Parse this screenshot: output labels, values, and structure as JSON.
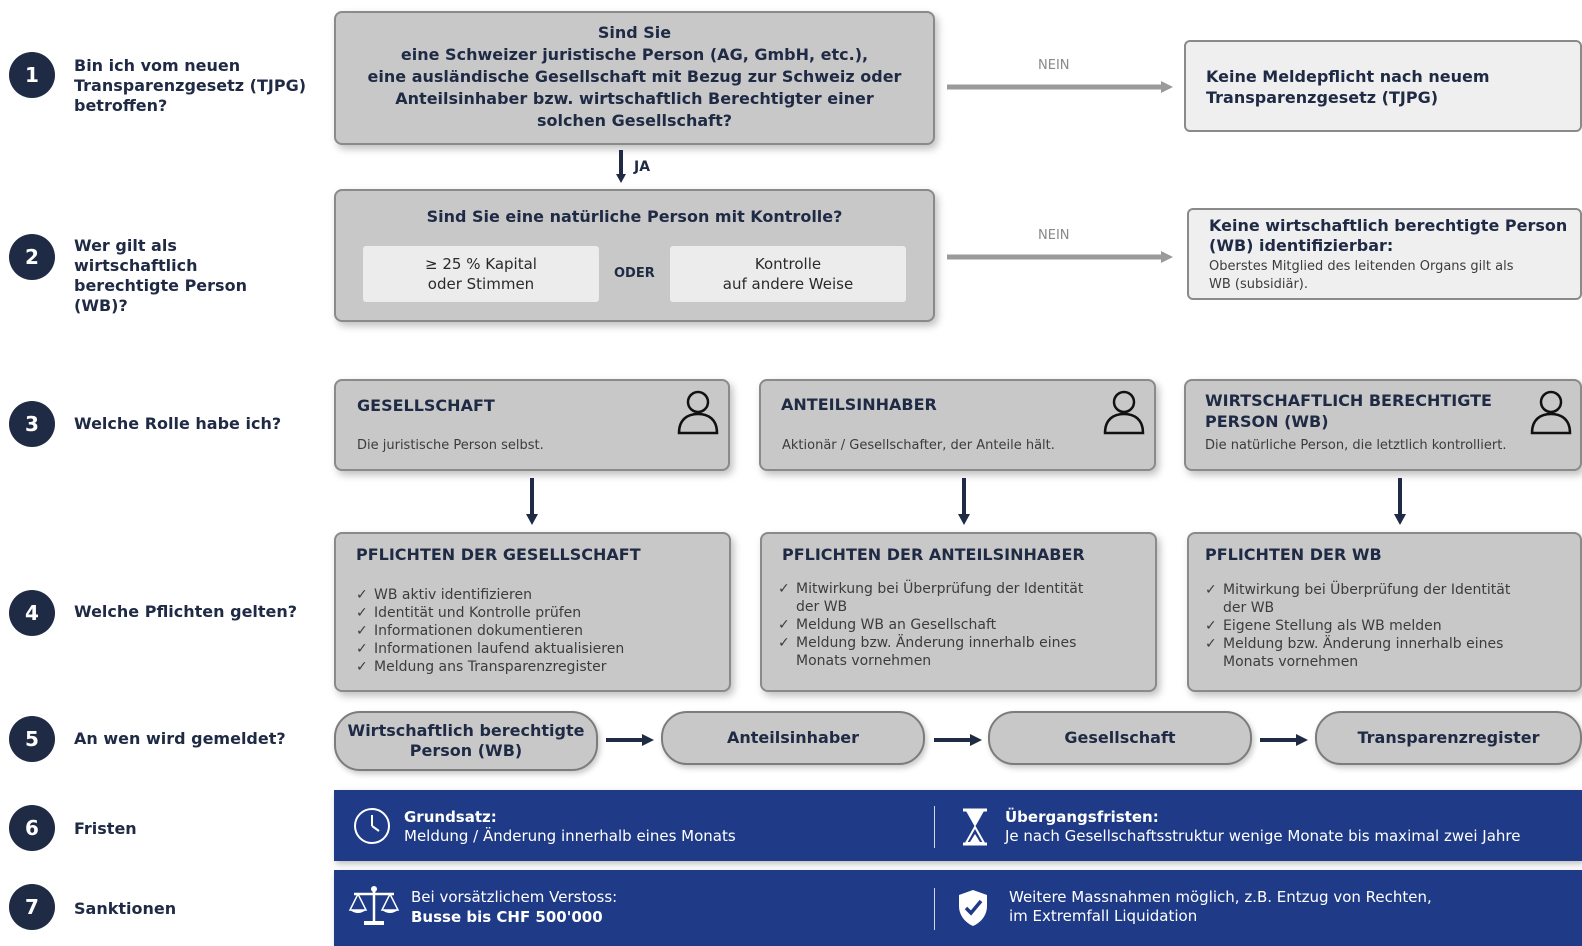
{
  "steps": [
    {
      "num": "1",
      "question": "Bin ich vom neuen Transparenzgesetz (TJPG) betroffen?"
    },
    {
      "num": "2",
      "question": "Wer gilt als wirtschaftlich berechtigte Person (WB)?"
    },
    {
      "num": "3",
      "question": "Welche Rolle habe ich?"
    },
    {
      "num": "4",
      "question": "Welche Pflichten gelten?"
    },
    {
      "num": "5",
      "question": "An wen wird gemeldet?"
    },
    {
      "num": "6",
      "question": "Fristen"
    },
    {
      "num": "7",
      "question": "Sanktionen"
    }
  ],
  "step1": {
    "box_line1": "Sind Sie",
    "box_line2": "eine Schweizer juristische Person (AG, GmbH, etc.),",
    "box_line3": "eine ausländische Gesellschaft mit Bezug zur Schweiz oder",
    "box_line4": "Anteilsinhaber bzw. wirtschaftlich Berechtigter einer",
    "box_line5": "solchen Gesellschaft?",
    "no_label": "NEIN",
    "result_line1": "Keine Meldepflicht nach neuem",
    "result_line2": "Transparenzgesetz (TJPG)",
    "yes_label": "JA"
  },
  "step2": {
    "title": "Sind Sie eine natürliche Person mit Kontrolle?",
    "option1_line1": "≥ 25 % Kapital",
    "option1_line2": "oder Stimmen",
    "or_label": "ODER",
    "option2_line1": "Kontrolle",
    "option2_line2": "auf andere Weise",
    "no_label": "NEIN",
    "result_title_line1": "Keine wirtschaftlich berechtigte Person",
    "result_title_line2": "(WB) identifizierbar:",
    "result_text_line1": "Oberstes Mitglied des leitenden Organs gilt als",
    "result_text_line2": "WB (subsidiär)."
  },
  "roles": [
    {
      "title": "GESELLSCHAFT",
      "title2": "",
      "desc": "Die juristische Person selbst."
    },
    {
      "title": "ANTEILSINHABER",
      "title2": "",
      "desc": "Aktionär / Gesellschafter, der Anteile hält."
    },
    {
      "title": "WIRTSCHAFTLICH BERECHTIGTE",
      "title2": "PERSON (WB)",
      "desc": "Die natürliche Person, die letztlich kontrolliert."
    }
  ],
  "duties": [
    {
      "title": "PFLICHTEN DER GESELLSCHAFT",
      "items": [
        "WB aktiv identifizieren",
        "Identität und Kontrolle prüfen",
        "Informationen dokumentieren",
        "Informationen laufend aktualisieren",
        "Meldung ans Transparenzregister"
      ]
    },
    {
      "title": "PFLICHTEN DER ANTEILSINHABER",
      "items": [
        "Mitwirkung bei Überprüfung der Identität der WB",
        "Meldung WB an Gesellschaft",
        "Meldung bzw. Änderung innerhalb eines Monats vornehmen"
      ]
    },
    {
      "title": "PFLICHTEN DER WB",
      "items": [
        "Mitwirkung bei Überprüfung der Identität der WB",
        "Eigene Stellung als WB melden",
        "Meldung bzw. Änderung innerhalb eines Monats vornehmen"
      ]
    }
  ],
  "reporting_chain": [
    {
      "line1": "Wirtschaftlich berechtigte",
      "line2": "Person  (WB)"
    },
    {
      "line1": "Anteilsinhaber",
      "line2": ""
    },
    {
      "line1": "Gesellschaft",
      "line2": ""
    },
    {
      "line1": "Transparenzregister",
      "line2": ""
    }
  ],
  "deadlines": {
    "left_title": "Grundsatz:",
    "left_text": "Meldung / Änderung innerhalb eines Monats",
    "right_title": "Übergangsfristen:",
    "right_text": "Je nach Gesellschaftsstruktur wenige Monate bis maximal zwei Jahre",
    "left_icon": "clock-icon",
    "right_icon": "hourglass-icon"
  },
  "sanctions": {
    "left_line1": "Bei vorsätzlichem Verstoss:",
    "left_line2": "Busse bis CHF 500'000",
    "right_line1": "Weitere Massnahmen möglich, z.B. Entzug von Rechten,",
    "right_line2": "im Extremfall Liquidation",
    "left_icon": "scales-icon",
    "right_icon": "shield-check-icon"
  },
  "colors": {
    "navy": "#1f2a44",
    "band_blue": "#1f3b87",
    "box_grey": "#c8c8c8",
    "arrow_grey": "#9a9a9a"
  }
}
